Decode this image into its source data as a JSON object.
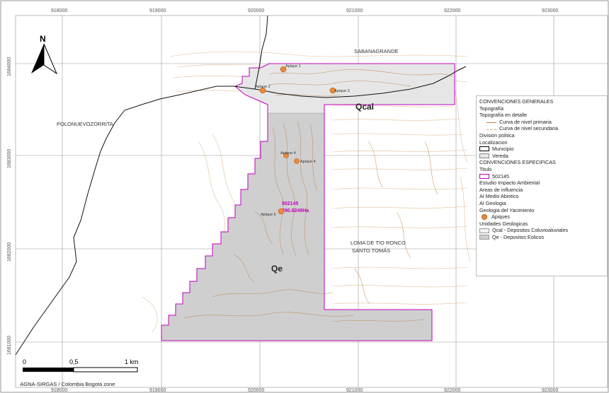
{
  "coords": {
    "top": [
      "918000",
      "919000",
      "920000",
      "921000",
      "922000",
      "923000"
    ],
    "bottom": [
      "918000",
      "919000",
      "920000",
      "921000",
      "922000",
      "923000"
    ],
    "left": [
      "1684000",
      "1683000",
      "1682000",
      "1681000"
    ]
  },
  "north_label": "N",
  "places": {
    "sabanagrande": "SABANAGRANDE",
    "polonuevo": "POLONUEVOZORRITA",
    "loma": "LOMA DE TIO RONCO",
    "santo_tomas": "SANTO TOMÁS"
  },
  "units": {
    "qcal": "Qcal",
    "qe": "Qe"
  },
  "title_block": {
    "code": "502145",
    "area": "390.8249Ha"
  },
  "apiques": [
    "Apique 1",
    "Apique 2",
    "Apique 3",
    "Apique 4",
    "Apique 4",
    "Apique 5"
  ],
  "legend": {
    "general_header": "CONVENCIONES GENERALES",
    "topografia": "Topografía",
    "topografia_detalle": "Topografía en detalle",
    "curva_primaria": "Curva de nivel primaria",
    "curva_secundaria": "Curva de nivel secundaria",
    "division": "Division politica",
    "localizacion": "Localizacion",
    "municipio": "Municipio",
    "vereda": "Vereda",
    "especificas_header": "CONVENCIONES ESPECIFICAS",
    "titulo": "Titulo",
    "titulo_code": "502145",
    "estudio": "Estudio Impacto Ambiental",
    "areas": "Areas de influencia",
    "ai_medio": "AI Medio Abiotico",
    "ai_geologia": "AI Geologia",
    "geologia_yac": "Geologia del Yacimiento",
    "apiques": "Apiques",
    "unidades": "Unidades Geologicas",
    "qcal_desc": "Qcal - Depositos Coluvioaluviales",
    "qe_desc": "Qe - Depositos Eolicos"
  },
  "scale": {
    "zero": "0",
    "half": "0,5",
    "one": "1 km"
  },
  "crs": "MAGNA-SIRGAS / Colombia Bogota zone",
  "colors": {
    "boundary_magenta": "#c200c2",
    "contour": "#c08a55",
    "deposit_grey": "#cfcfcf",
    "apique_orange": "#e88a3c"
  }
}
